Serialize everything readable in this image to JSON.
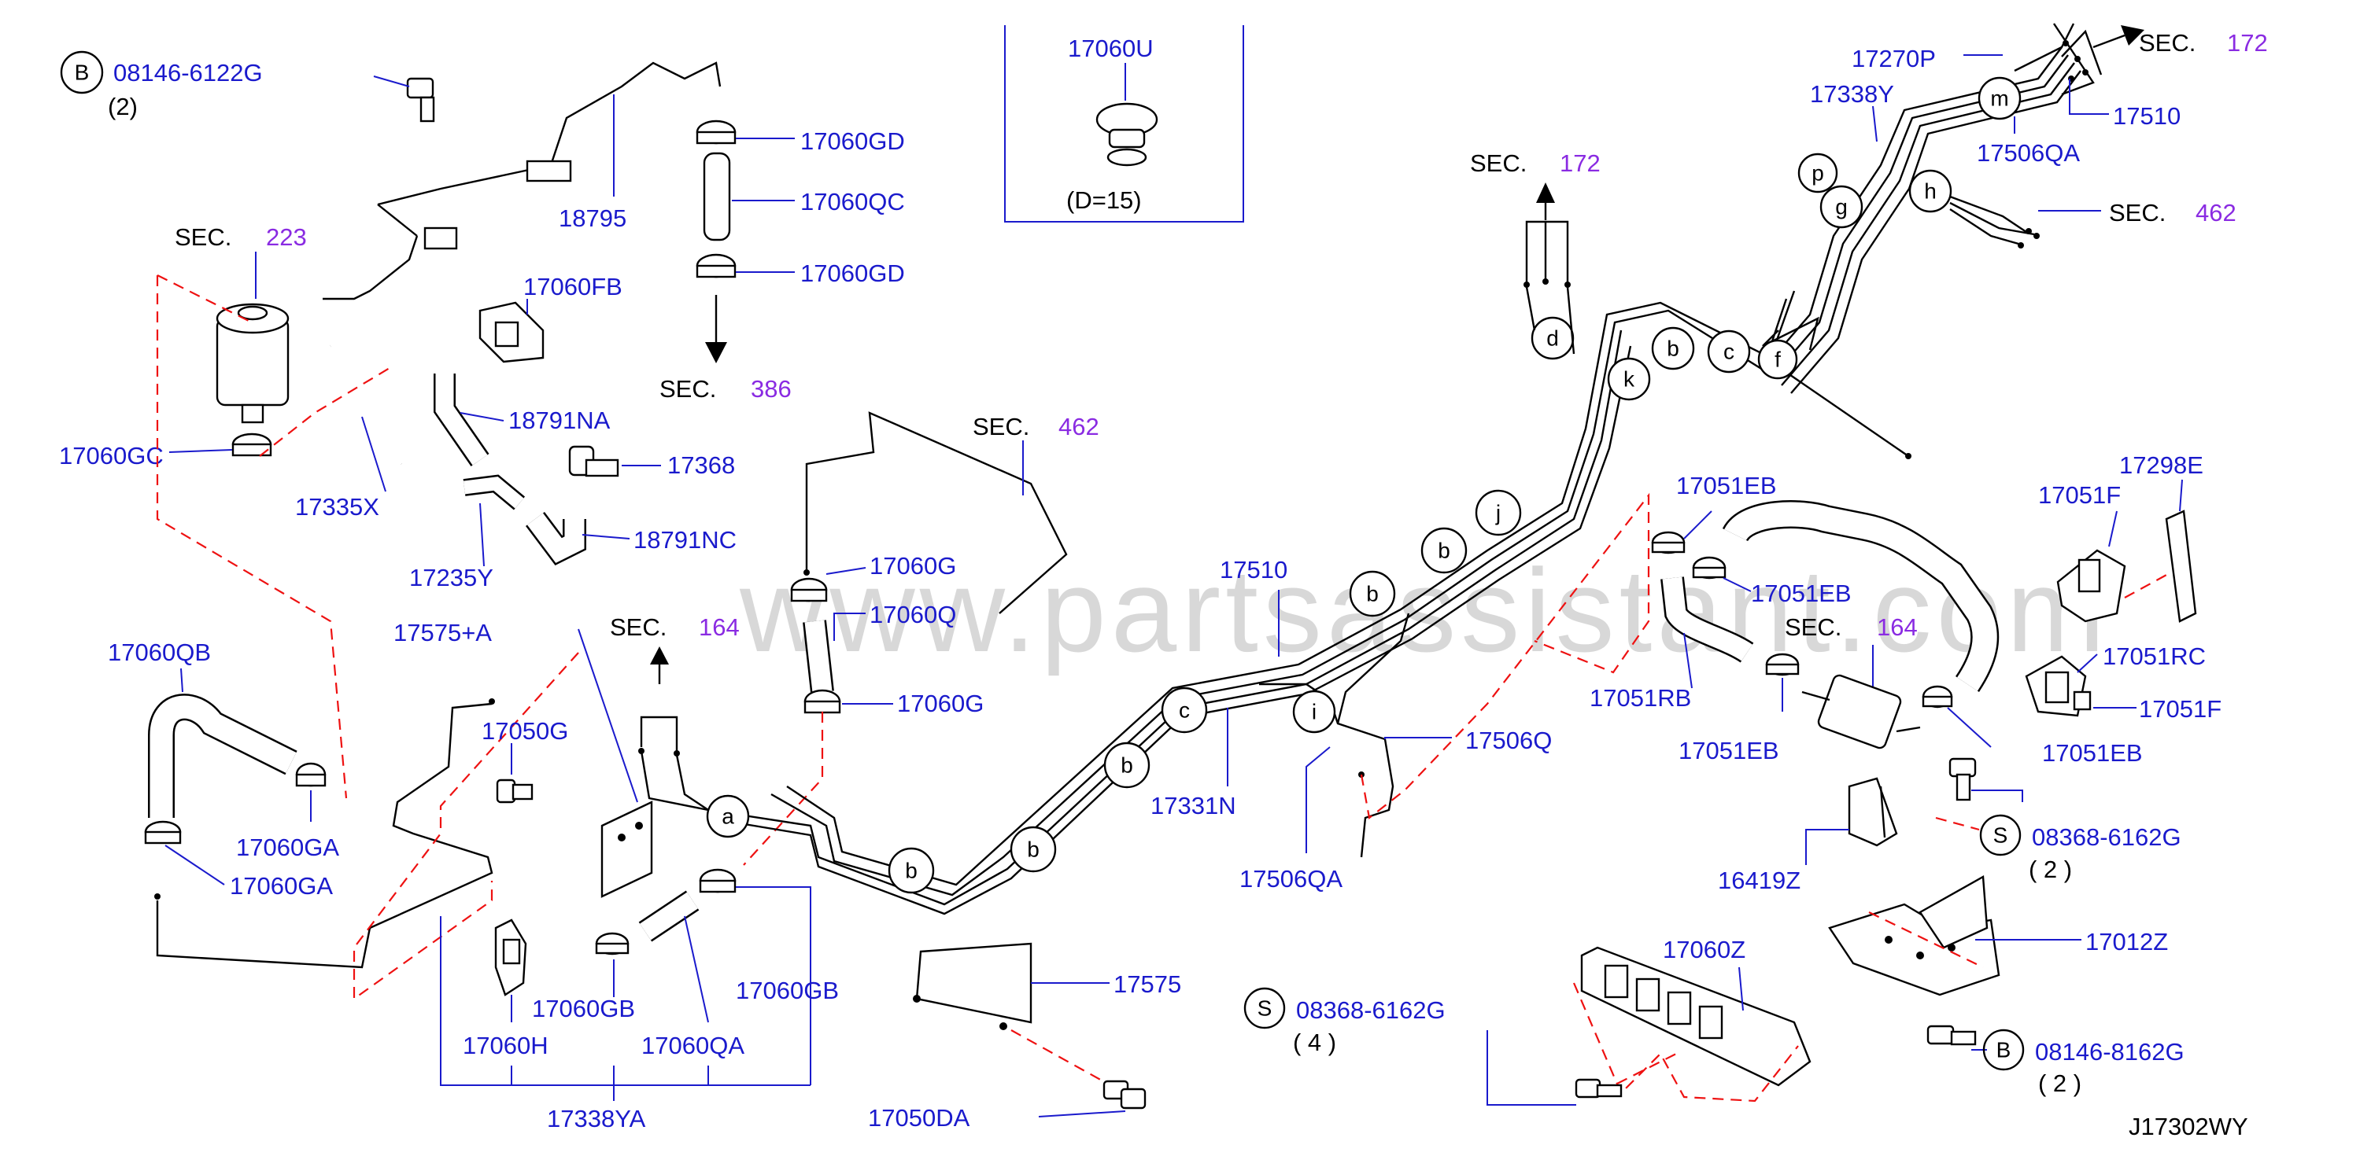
{
  "watermark": "www.partsassistant.com",
  "drawing_code": "J17302WY",
  "sec_word": "SEC.",
  "sec_refs": {
    "s223": "223",
    "s386": "386",
    "s462_mid": "462",
    "s164_left": "164",
    "s172_top": "172",
    "s172_right": "172",
    "s462_right": "462",
    "s164_right": "164"
  },
  "inset": {
    "part": "17060U",
    "note": "(D=15)"
  },
  "callouts": {
    "b_letter": "B",
    "s_letter": "S",
    "bolt1": "08146-6122G",
    "bolt1_qty": "(2)",
    "screw1": "08368-6162G",
    "screw1_qty": "( 2 )",
    "screw2": "08368-6162G",
    "screw2_qty": "( 4 )",
    "bolt2": "08146-8162G",
    "bolt2_qty": "( 2 )"
  },
  "parts": {
    "p18795": "18795",
    "p17060GD_a": "17060GD",
    "p17060QC": "17060QC",
    "p17060GD_b": "17060GD",
    "p17060FB": "17060FB",
    "p18791NA": "18791NA",
    "p17368": "17368",
    "p17060GC": "17060GC",
    "p17335X": "17335X",
    "p18791NC": "18791NC",
    "p17235Y": "17235Y",
    "p17575A": "17575+A",
    "p17060QB": "17060QB",
    "p17050G": "17050G",
    "p17060GA_a": "17060GA",
    "p17060GA_b": "17060GA",
    "p17060G_a": "17060G",
    "p17060Q": "17060Q",
    "p17060G_b": "17060G",
    "p17060GB_a": "17060GB",
    "p17060GB_b": "17060GB",
    "p17060H": "17060H",
    "p17060QA": "17060QA",
    "p17338YA": "17338YA",
    "p17575": "17575",
    "p17050DA": "17050DA",
    "p17510_mid": "17510",
    "p17331N": "17331N",
    "p17506QA_mid": "17506QA",
    "p17506Q": "17506Q",
    "p17051EB_a": "17051EB",
    "p17051EB_b": "17051EB",
    "p17051RB": "17051RB",
    "p17051EB_c": "17051EB",
    "p17051EB_d": "17051EB",
    "p17298E": "17298E",
    "p17051F_a": "17051F",
    "p17051RC": "17051RC",
    "p17051F_b": "17051F",
    "p16419Z": "16419Z",
    "p17012Z": "17012Z",
    "p17060Z": "17060Z",
    "p17270P": "17270P",
    "p17338Y": "17338Y",
    "p17510_top": "17510",
    "p17506QA_top": "17506QA"
  },
  "clip_letters": {
    "a": "a",
    "b1": "b",
    "b2": "b",
    "b3": "b",
    "c1": "c",
    "b4": "b",
    "b5": "b",
    "j": "j",
    "i": "i",
    "d": "d",
    "k": "k",
    "b6": "b",
    "c2": "c",
    "f": "f",
    "p": "p",
    "g": "g",
    "h": "h",
    "m": "m"
  }
}
